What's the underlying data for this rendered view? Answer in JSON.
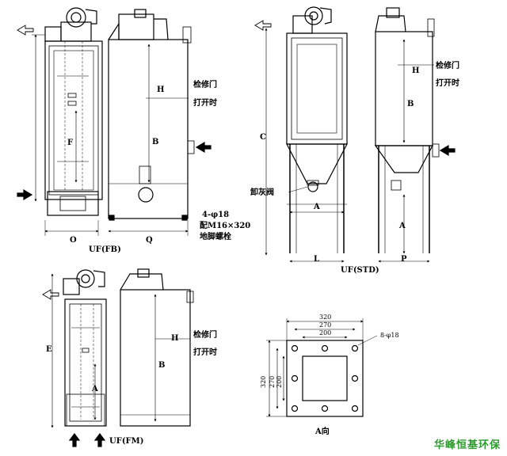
{
  "labels": {
    "fb": {
      "caption": "UF(FB)",
      "dim_o": "O",
      "dim_q": "Q",
      "dim_f": "F",
      "dim_h": "H",
      "dim_b": "B",
      "door_line1": "检修门",
      "door_line2": "打开时",
      "bolt_line1": "4-φ18",
      "bolt_line2": "配M16×320",
      "bolt_line3": "地脚螺栓"
    },
    "std": {
      "caption": "UF(STD)",
      "dim_c": "C",
      "dim_h": "H",
      "dim_b": "B",
      "dim_a_left": "A",
      "dim_a_right": "A",
      "dim_l": "L",
      "dim_p": "P",
      "ash_valve": "卸灰阀",
      "door_line1": "检修门",
      "door_line2": "打开时"
    },
    "fm": {
      "caption": "UF(FM)",
      "dim_e": "E",
      "dim_a": "A",
      "dim_h": "H",
      "dim_b": "B",
      "door_line1": "检修门",
      "door_line2": "打开时"
    },
    "flange": {
      "dim_320_top": "320",
      "dim_270_top": "270",
      "dim_200_top": "200",
      "holes": "8-φ18",
      "dim_320_side": "320",
      "dim_270_side": "270",
      "dim_200_side": "200",
      "caption": "A向"
    },
    "brand": "华峰恒基环保"
  }
}
